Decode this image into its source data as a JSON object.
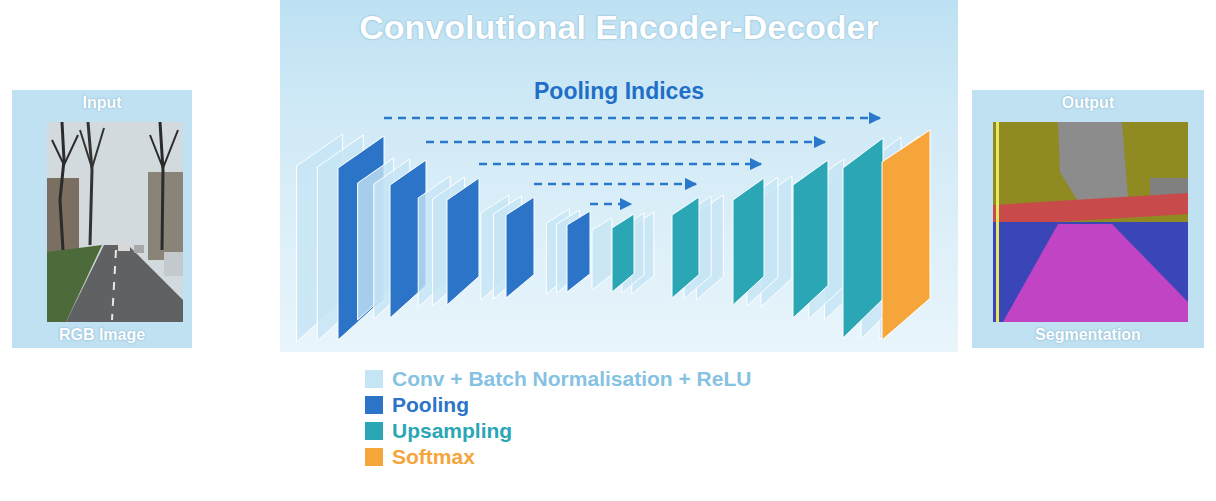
{
  "diagram": {
    "nodes": [
      {
        "text": [
          "Input",
          "RGB Image"
        ]
      },
      {
        "text": [
          "Convolutional Encoder-Decoder"
        ]
      },
      {
        "text": [
          "Output",
          "Segmentation"
        ]
      }
    ],
    "labels": [
      "Pooling Indices"
    ],
    "legend": [
      {
        "text": "Conv + Batch Normalisation + ReLU",
        "color": "#c5e5f5"
      },
      {
        "text": "Pooling",
        "color": "#2b74c8"
      },
      {
        "text": "Upsampling",
        "color": "#2aa6b5"
      },
      {
        "text": "Softmax",
        "color": "#f5a53a"
      }
    ]
  }
}
